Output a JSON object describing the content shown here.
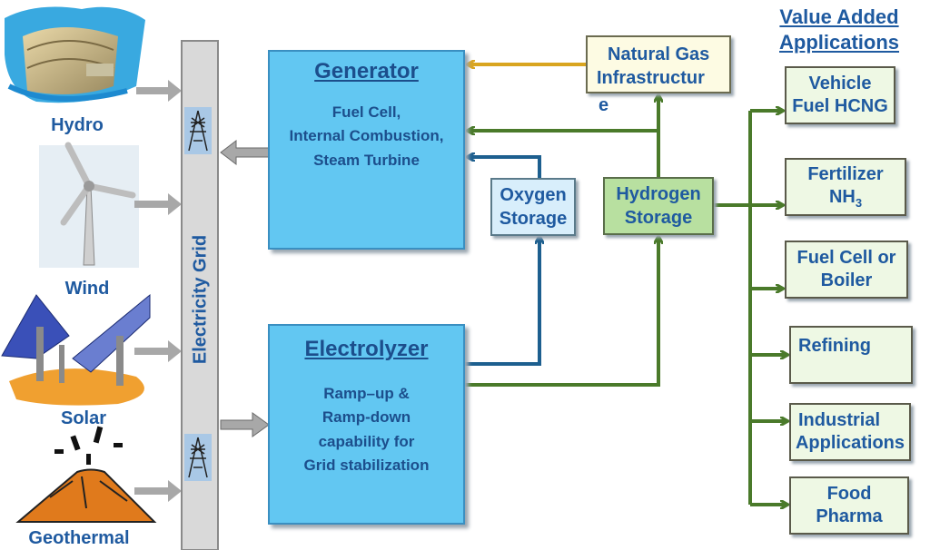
{
  "sources": {
    "hydro": "Hydro",
    "wind": "Wind",
    "solar": "Solar",
    "geothermal": "Geothermal"
  },
  "grid_label": "Electricity Grid",
  "generator": {
    "title": "Generator",
    "line1": "Fuel Cell,",
    "line2": "Internal Combustion,",
    "line3": "Steam Turbine"
  },
  "electrolyzer": {
    "title": "Electrolyzer",
    "line1": "Ramp–up &",
    "line2": "Ramp-down",
    "line3": "capability for",
    "line4": "Grid stabilization"
  },
  "natural_gas": {
    "line1": "Natural Gas",
    "line2": "Infrastructur",
    "line3": "e"
  },
  "oxygen_storage": {
    "line1": "Oxygen",
    "line2": "Storage"
  },
  "hydrogen_storage": {
    "line1": "Hydrogen",
    "line2": "Storage"
  },
  "value_added": {
    "line1": "Value Added",
    "line2": "Applications"
  },
  "applications": {
    "vehicle": {
      "line1": "Vehicle",
      "line2": "Fuel HCNG"
    },
    "fertilizer": {
      "line1": "Fertilizer",
      "line2": "NH",
      "sub": "3"
    },
    "fuel_cell": {
      "line1": "Fuel Cell or",
      "line2": "Boiler"
    },
    "refining": {
      "line1": "Refining"
    },
    "industrial": {
      "line1": "Industrial",
      "line2": "Applications"
    },
    "food": {
      "line1": "Food",
      "line2": "Pharma"
    }
  },
  "colors": {
    "green_arrow": "#4a7a2a",
    "blue_arrow": "#1d5f8f",
    "gold_arrow": "#d9a520",
    "gray_arrow": "#a8a8a8",
    "big_box_fill": "#62c7f2",
    "text_blue": "#1f5aa0"
  }
}
